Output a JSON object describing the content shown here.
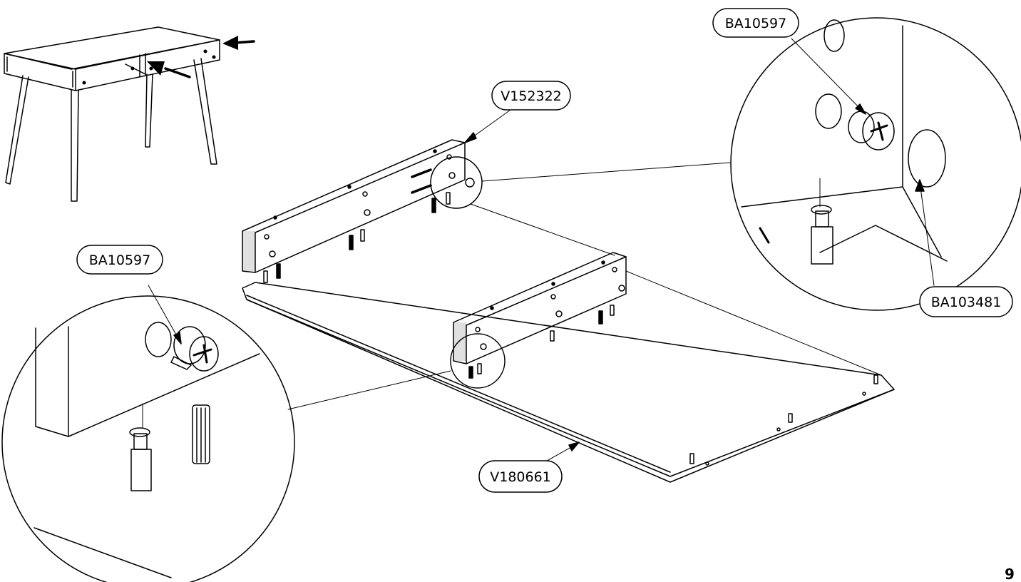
{
  "part_labels": {
    "side_rail": "V152322",
    "top_panel": "V180661",
    "cam_lock_top": "BA10597",
    "cam_lock_left": "BA10597",
    "cover_cap": "BA103481"
  },
  "page_number": "9",
  "colors": {
    "line": "#000000",
    "background": "#ffffff"
  }
}
